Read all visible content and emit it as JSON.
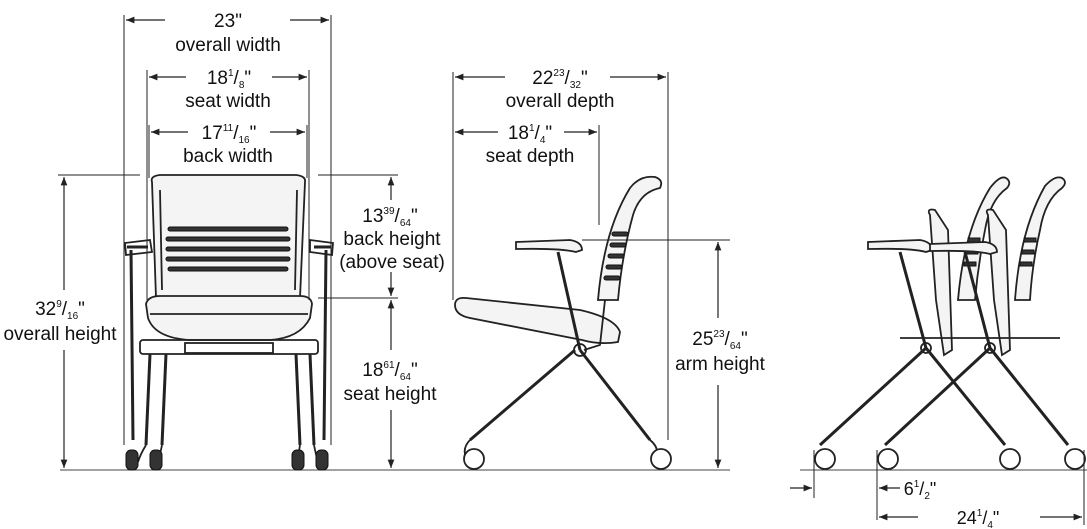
{
  "front_view": {
    "overall_width": {
      "whole": "23",
      "unit": "\"",
      "caption": "overall width"
    },
    "seat_width": {
      "whole": "18",
      "num": "1",
      "den": "8",
      "unit": "\"",
      "caption": "seat width"
    },
    "back_width": {
      "whole": "17",
      "num": "11",
      "den": "16",
      "unit": "\"",
      "caption": "back width"
    },
    "overall_height": {
      "whole": "32",
      "num": "9",
      "den": "16",
      "unit": "\"",
      "caption": "overall height"
    },
    "back_height": {
      "whole": "13",
      "num": "39",
      "den": "64",
      "unit": "\"",
      "caption1": "back height",
      "caption2": "(above seat)"
    },
    "seat_height": {
      "whole": "18",
      "num": "61",
      "den": "64",
      "unit": "\"",
      "caption": "seat height"
    }
  },
  "side_view": {
    "overall_depth": {
      "whole": "22",
      "num": "23",
      "den": "32",
      "unit": "\"",
      "caption": "overall depth"
    },
    "seat_depth": {
      "whole": "18",
      "num": "1",
      "den": "4",
      "unit": "\"",
      "caption": "seat depth"
    },
    "arm_height": {
      "whole": "25",
      "num": "23",
      "den": "64",
      "unit": "\"",
      "caption": "arm height"
    }
  },
  "nested_view": {
    "nest_offset": {
      "whole": "6",
      "num": "1",
      "den": "2",
      "unit": "\""
    },
    "nested_depth": {
      "whole": "24",
      "num": "1",
      "den": "4",
      "unit": "\""
    }
  }
}
